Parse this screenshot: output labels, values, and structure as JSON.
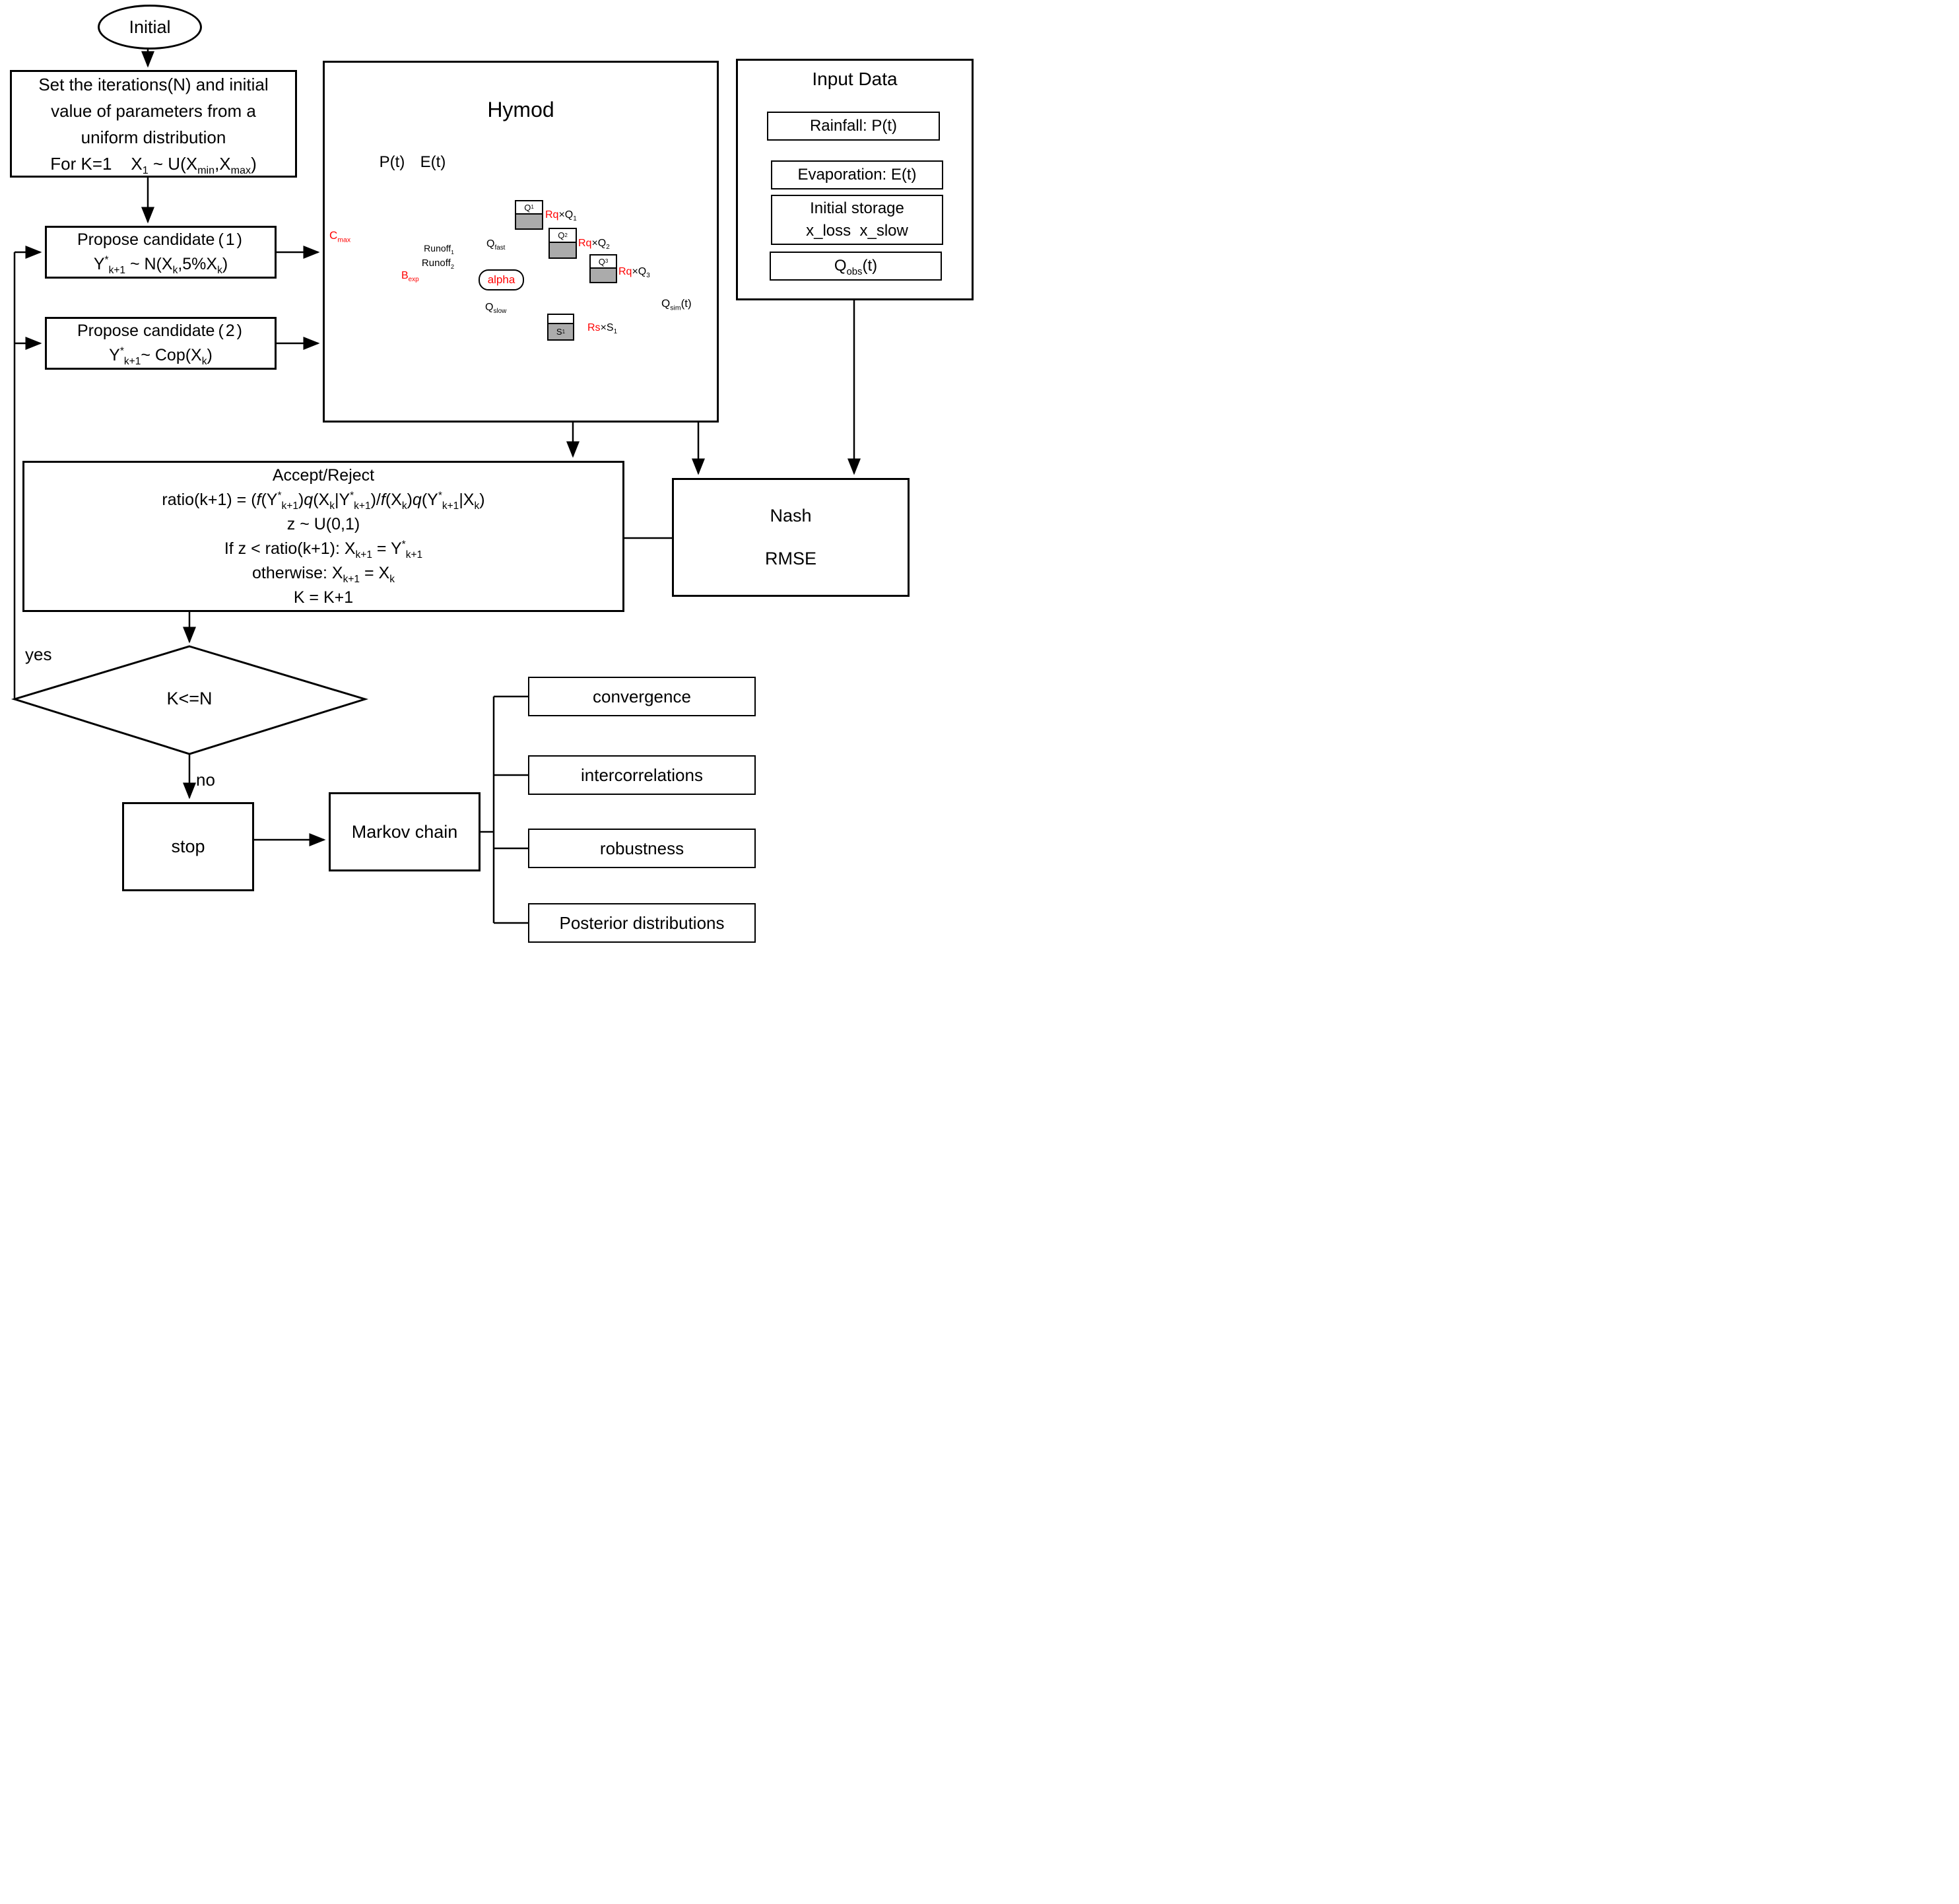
{
  "flow": {
    "initial_label": "Initial",
    "set_box": {
      "line1": "Set the iterations(N) and initial",
      "line2": "value of parameters from a",
      "line3": "uniform distribution",
      "line4_html": "For K=1&nbsp;&nbsp;&nbsp;&nbsp;X<sub>1</sub> ~ U(X<sub>min</sub>,X<sub>max</sub>)"
    },
    "propose1": {
      "title_html": "Propose candidate<span class=\"fw\">(1)</span>",
      "formula_html": "Y<sup>*</sup><sub>k+1</sub> ~ N(X<sub>k</sub>,5%X<sub>k</sub>)"
    },
    "propose2": {
      "title_html": "Propose candidate<span class=\"fw\">(2)</span>",
      "formula_html": "Y<sup>*</sup><sub>k+1</sub>~ Cop(X<sub>k</sub>)"
    },
    "accept_reject": {
      "title": "Accept/Reject",
      "line1_html": "ratio(k+1) = (<i>f</i>(Y<sup>*</sup><sub>k+1</sub>)<i>q</i>(X<sub>k</sub>|Y<sup>*</sup><sub>k+1</sub>)/<i>f</i>(X<sub>k</sub>)<i>q</i>(Y<sup>*</sup><sub>k+1</sub>|X<sub>k</sub>)",
      "line2": "z ~ U(0,1)",
      "line3_html": "If z &lt; ratio(k+1): X<sub>k+1</sub> = Y<sup>*</sup><sub>k+1</sub>",
      "line4_html": "otherwise: X<sub>k+1</sub> = X<sub>k</sub>",
      "line5": "K = K+1"
    },
    "decision_label": "K<=N",
    "yes_label": "yes",
    "no_label": "no",
    "stop_label": "stop",
    "markov_label": "Markov chain",
    "outputs": [
      "convergence",
      "intercorrelations",
      "robustness",
      "Posterior distributions"
    ]
  },
  "hymod": {
    "title": "Hymod",
    "p_label_html": "P(t)",
    "e_label_html": "E(t)",
    "cmax_html": "C<sub>max</sub>",
    "runoff1_html": "Runoff<sub>1</sub>",
    "runoff2_html": "Runoff<sub>2</sub>",
    "bexp_html": "B<sub>exp</sub>",
    "alpha_label": "alpha",
    "qfast_html": "Q<sub>fast</sub>",
    "qslow_html": "Q<sub>slow</sub>",
    "qsim_html": "Q<sub>sim</sub>(t)",
    "tank_q1_html": "Q<sub>1</sub>",
    "tank_q2_html": "Q<sub>2</sub>",
    "tank_q3_html": "Q<sub>3</sub>",
    "tank_s1_html": "S<sub>1</sub>",
    "flow_q1": {
      "factor": "Rq",
      "rest_html": "×Q<sub>1</sub>"
    },
    "flow_q2": {
      "factor": "Rq",
      "rest_html": "×Q<sub>2</sub>"
    },
    "flow_q3": {
      "factor": "Rq",
      "rest_html": "×Q<sub>3</sub>"
    },
    "flow_s1": {
      "factor": "Rs",
      "rest_html": "×S<sub>1</sub>"
    }
  },
  "input_data": {
    "title": "Input Data",
    "item1_html": "Rainfall: P(t)",
    "item2_html": "Evaporation: E(t)",
    "item3_line1": "Initial storage",
    "item3_line2": "x_loss&nbsp;&nbsp;x_slow",
    "item4_html": "Q<sub>obs</sub>(t)"
  },
  "nash": {
    "line1": "Nash",
    "line2": "RMSE"
  },
  "colors": {
    "accent_red": "#ff0000",
    "tank_fill_gray": "#ababab",
    "p_arrow_fill": "#d9e8f2",
    "e_arrow_fill": "#eaf0e6",
    "line_black": "#000000"
  }
}
